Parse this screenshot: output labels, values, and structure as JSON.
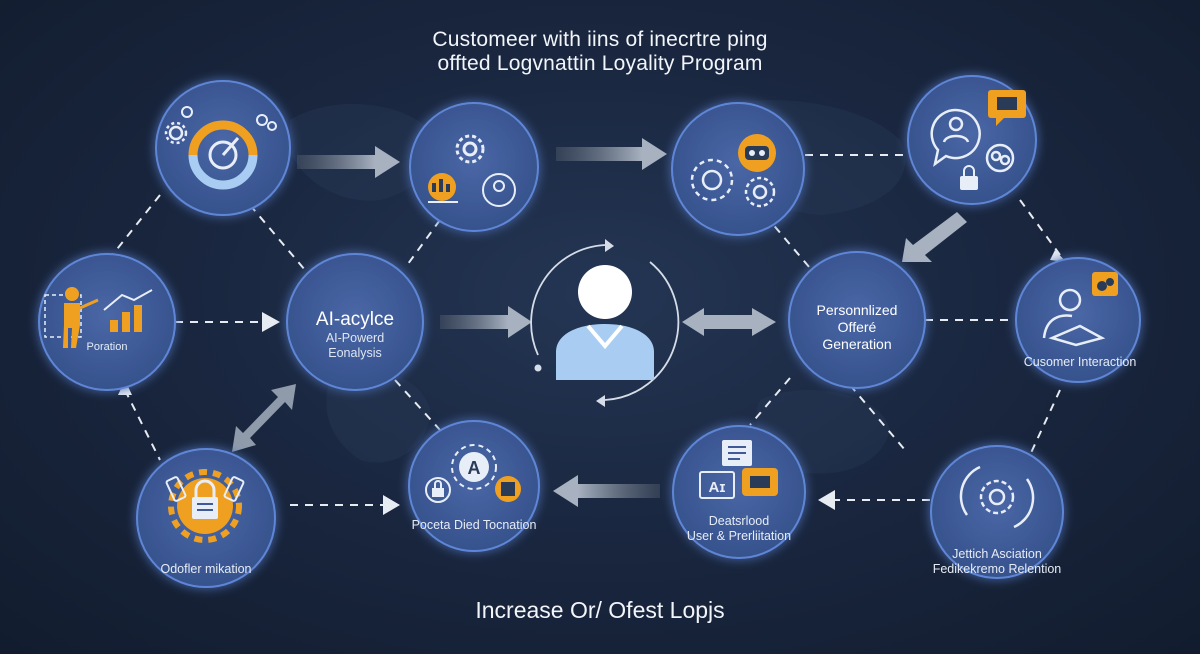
{
  "title": {
    "line1": "Customeer with  iins of inecrtre ping",
    "line2": "offted Logvnattin Loyality Program"
  },
  "footer": "Increase Or/ Ofest Lopjs",
  "hubs": {
    "ai_analysis": {
      "title": "AI-acylce",
      "sub_line1": "AI-Powerd",
      "sub_line2": "Eonalysis"
    },
    "personalized": {
      "line1": "Personnlized",
      "line2": "Offeré",
      "line3": "Generation"
    }
  },
  "nodes": {
    "promotion": {
      "label": "Poration"
    },
    "offer_mitigation": {
      "label": "Odofler mikation"
    },
    "poseta_died": {
      "label": "Poceta Died Tocnation"
    },
    "desktop_user": {
      "line1": "Deatsrlood",
      "line2": "User & Prerliitation"
    },
    "customer_interaction": {
      "label": "Cusomer Interaction"
    },
    "retention": {
      "line1": "Jettich Asciation",
      "line2": "Fedikekremo Relention"
    },
    "glyph_a": "A",
    "glyph_a_ai": "Aɪ"
  },
  "colors": {
    "background": "#1a2740",
    "node_fill": "#3f5a96",
    "node_glow": "#5f86d6",
    "accent_orange": "#f0a020",
    "icon_light": "#e8eef8",
    "person_blue": "#a9cdf2",
    "arrow_grey": "#8f9bab"
  }
}
